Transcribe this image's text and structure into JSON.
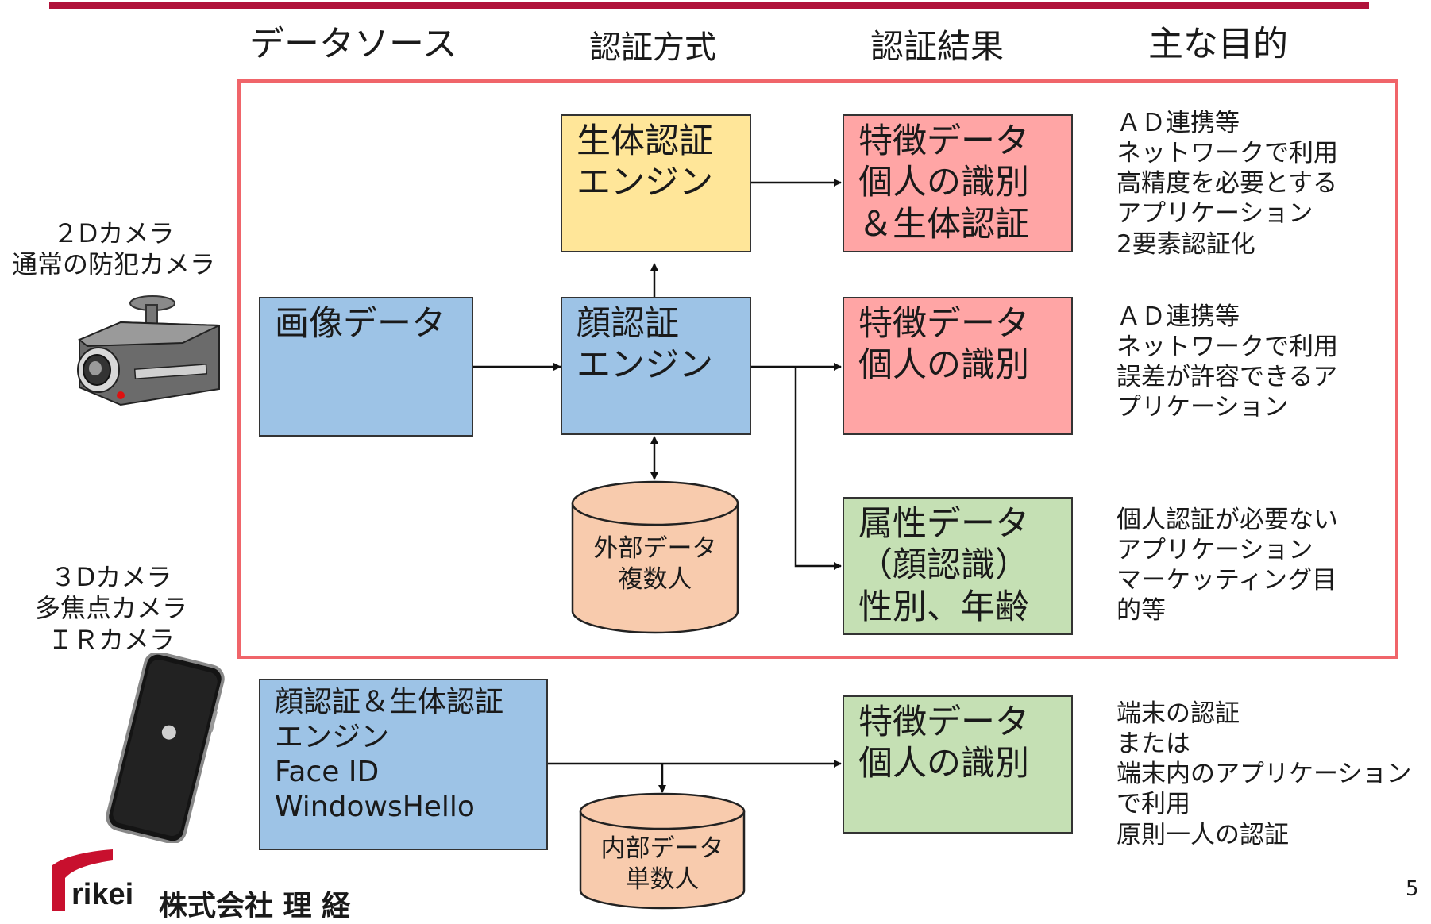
{
  "headers": {
    "data_source": "データソース",
    "auth_method": "認証方式",
    "auth_result": "認証結果",
    "main_purpose": "主な目的"
  },
  "sources": {
    "camera2d": [
      "２Dカメラ",
      "通常の防犯カメラ"
    ],
    "camera3d": [
      "３Dカメラ",
      "多焦点カメラ",
      "ＩＲカメラ"
    ]
  },
  "boxes": {
    "image_data": "画像データ",
    "bio_engine": [
      "生体認証",
      "エンジン"
    ],
    "face_engine": [
      "顔認証",
      "エンジン"
    ],
    "external_db": [
      "外部データ",
      "複数人"
    ],
    "result1": [
      "特徴データ",
      "個人の識別",
      "＆生体認証"
    ],
    "result2": [
      "特徴データ",
      "個人の識別"
    ],
    "result3": [
      "属性データ",
      "（顔認識）",
      "性別、年齢"
    ],
    "device_engine": [
      "顔認証＆生体認証",
      "エンジン",
      "Face ID",
      "WindowsHello"
    ],
    "internal_db": [
      "内部データ",
      "単数人"
    ],
    "result4": [
      "特徴データ",
      "個人の識別"
    ]
  },
  "purposes": {
    "p1": [
      "ＡＤ連携等",
      "ネットワークで利用",
      "高精度を必要とする",
      "アプリケーション",
      "2要素認証化"
    ],
    "p2": [
      "ＡＤ連携等",
      "ネットワークで利用",
      "誤差が許容できるア",
      "プリケーション"
    ],
    "p3": [
      "個人認証が必要ない",
      "アプリケーション",
      "マーケッティング目",
      "的等"
    ],
    "p4": [
      "端末の認証",
      "または",
      "端末内のアプリケーション",
      "で利用",
      "原則一人の認証"
    ]
  },
  "logo": {
    "mark": "rikei",
    "company": "株式会社 理 経"
  },
  "page_number": "5",
  "colors": {
    "accent_bar": "#b0123a",
    "frame": "#f0656a",
    "blue": "#9dc3e6",
    "yellow": "#ffe699",
    "red": "#ffa5a5",
    "green": "#c5e0b4",
    "db": "#f8cbad"
  }
}
